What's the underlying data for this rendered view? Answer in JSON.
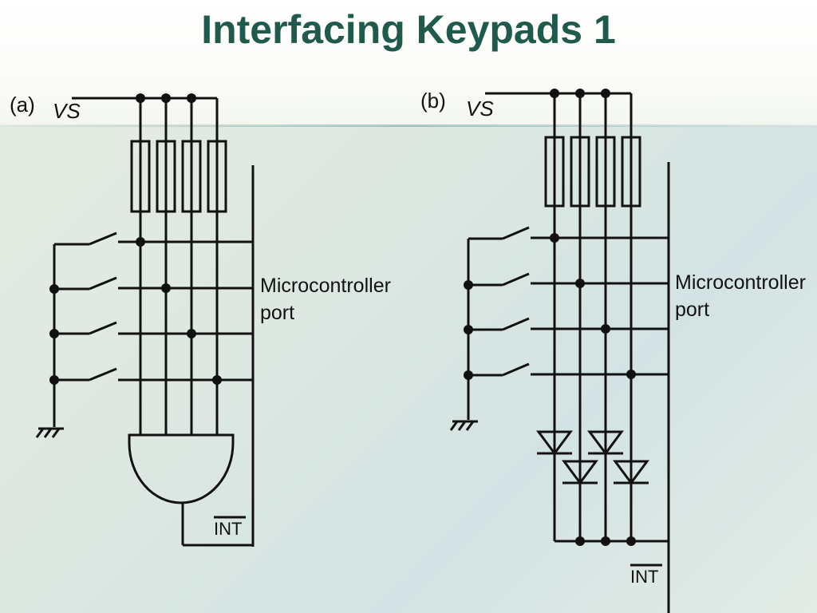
{
  "slide": {
    "title": "Interfacing Keypads 1"
  },
  "diagram_a": {
    "label": "(a)",
    "supply_label": "VS",
    "port_label_line1": "Microcontroller",
    "port_label_line2": "port",
    "interrupt_label": "INT"
  },
  "diagram_b": {
    "label": "(b)",
    "supply_label": "VS",
    "port_label_line1": "Microcontroller",
    "port_label_line2": "port",
    "interrupt_label": "INT"
  },
  "colors": {
    "title": "#1f5a4c",
    "wire": "#111111"
  }
}
